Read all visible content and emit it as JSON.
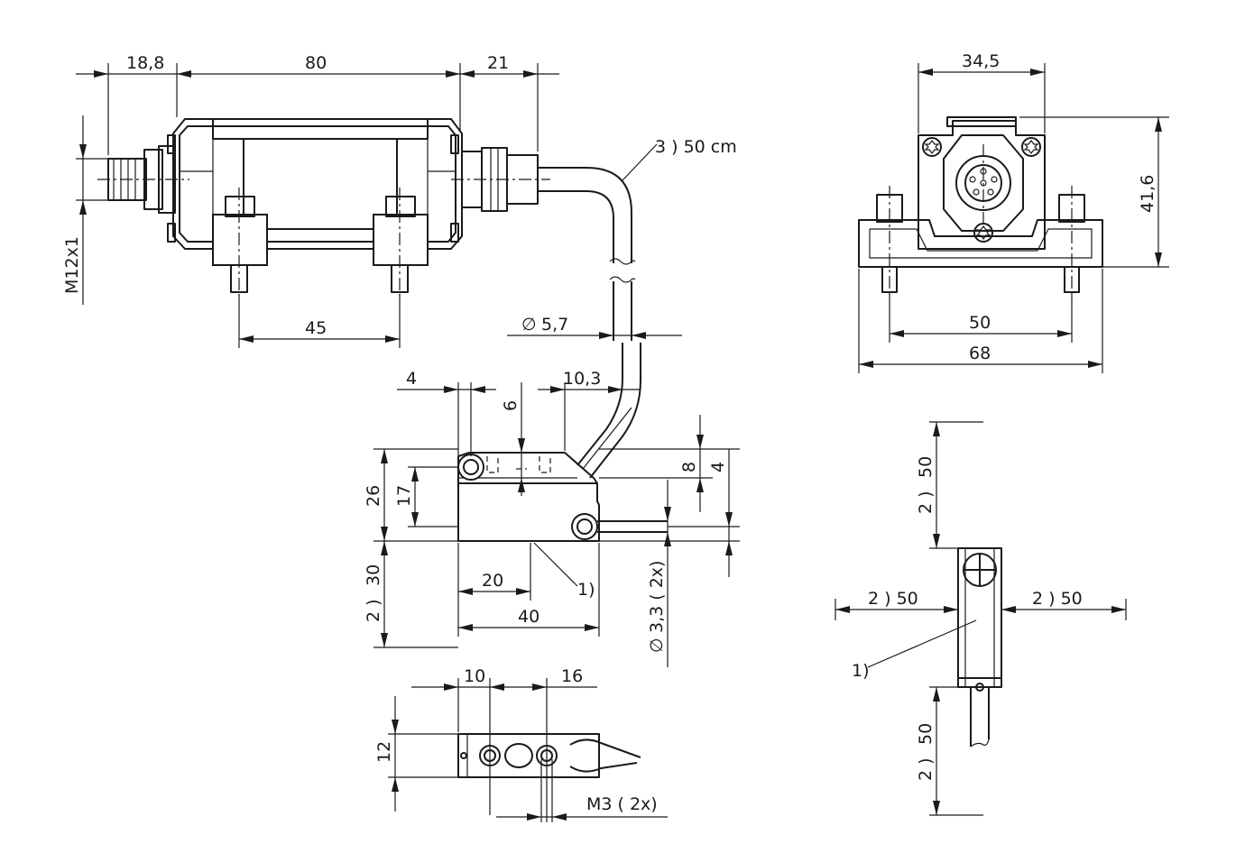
{
  "drawing": {
    "dimensions": {
      "d18_8": "18,8",
      "d80": "80",
      "d21": "21",
      "m12x1": "M12x1",
      "cable_length": "3 )  50 cm",
      "d45": "45",
      "dia5_7": "5,7",
      "d34_5": "34,5",
      "d41_6": "41,6",
      "d50_top": "50",
      "d68": "68",
      "d4_top": "4",
      "d6": "6",
      "d10_3": "10,3",
      "d26": "26",
      "d17": "17",
      "d8": "8",
      "d4_right": "4",
      "d30": "30",
      "note2_30": "2 )",
      "d20": "20",
      "note1": "1)",
      "d40": "40",
      "dia3_3": "3,3  ( 2x)",
      "d10": "10",
      "d16": "16",
      "d12": "12",
      "m3": "M3  ( 2x)",
      "side_top_50": "50",
      "side_top_note": "2 )",
      "side_left": "2 )   50",
      "side_right": "2 )   50",
      "side_note1": "1)",
      "side_bottom_50": "50",
      "side_bottom_note": "2 )",
      "diameter_symbol": "∅"
    }
  }
}
